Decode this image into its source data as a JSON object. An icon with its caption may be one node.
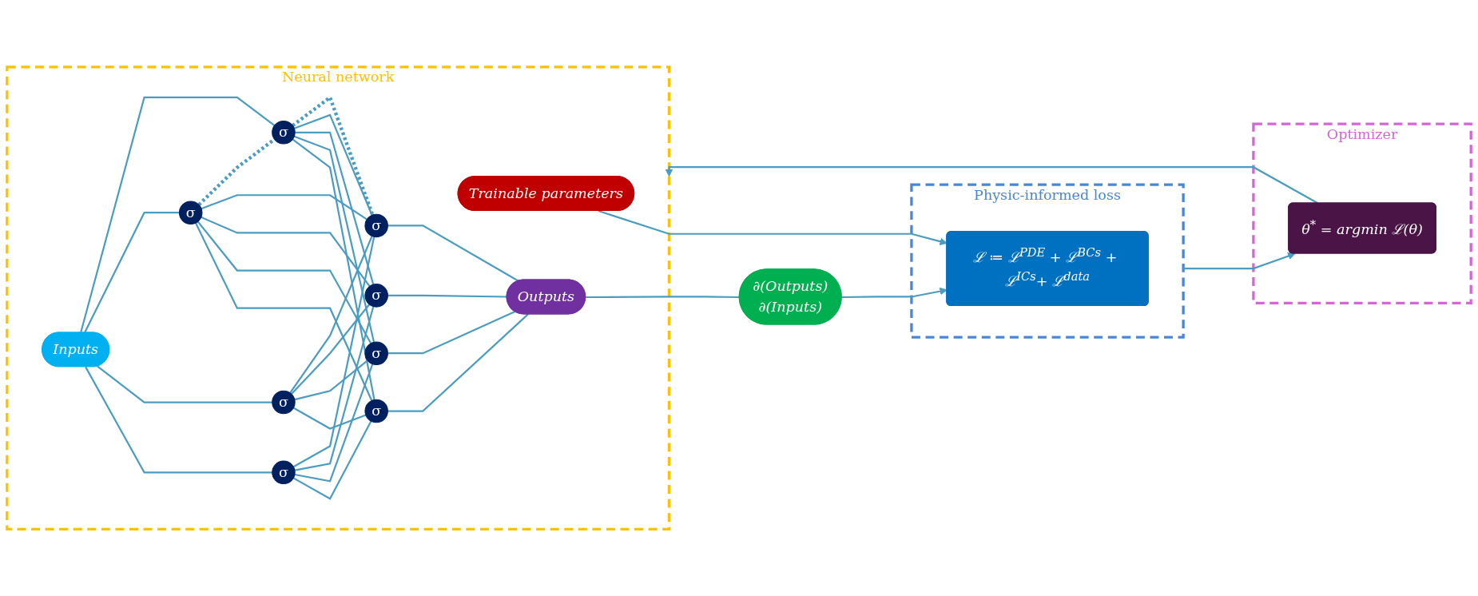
{
  "diagram": {
    "nodes": [
      {
        "text": [
          "Neural network"
        ]
      },
      {
        "text": [
          "Inputs"
        ],
        "in": 0
      },
      {
        "text": [
          "σ"
        ],
        "in": 0
      },
      {
        "text": [
          "σ"
        ],
        "in": 0
      },
      {
        "text": [
          "σ"
        ],
        "in": 0
      },
      {
        "text": [
          "σ"
        ],
        "in": 0
      },
      {
        "text": [
          "σ"
        ],
        "in": 0
      },
      {
        "text": [
          "σ"
        ],
        "in": 0
      },
      {
        "text": [
          "σ"
        ],
        "in": 0
      },
      {
        "text": [
          "σ"
        ],
        "in": 0
      },
      {
        "text": [
          "Trainable parameters"
        ],
        "in": 0
      },
      {
        "text": [
          "Outputs"
        ],
        "in": 0
      },
      {
        "text": [
          "∂(Outputs)",
          "∂(Inputs)"
        ]
      },
      {
        "text": [
          "Physic-informed loss"
        ]
      },
      {
        "text": [
          "ℒ ≔ ℒ$^{PDE}$ + ℒ$^{BCs}$ + ℒ$^{ICs}$+ ℒ$^{data}$"
        ],
        "in": 13
      },
      {
        "text": [
          "Optimizer"
        ]
      },
      {
        "text": [
          "θ$^{*}$ = argmin ℒ(θ)"
        ],
        "in": 15
      }
    ],
    "edges": [
      {
        "from": 1,
        "to": 2,
        "arrow": "none"
      },
      {
        "from": 1,
        "to": 3,
        "arrow": "none"
      },
      {
        "from": 1,
        "to": 4,
        "arrow": "none"
      },
      {
        "from": 1,
        "to": 5,
        "arrow": "none"
      },
      {
        "from": 2,
        "to": 6,
        "arrow": "none"
      },
      {
        "from": 2,
        "to": 7,
        "arrow": "none"
      },
      {
        "from": 2,
        "to": 8,
        "arrow": "none"
      },
      {
        "from": 2,
        "to": 9,
        "arrow": "none"
      },
      {
        "from": 3,
        "to": 6,
        "arrow": "none"
      },
      {
        "from": 3,
        "to": 7,
        "arrow": "none"
      },
      {
        "from": 3,
        "to": 8,
        "arrow": "none"
      },
      {
        "from": 3,
        "to": 9,
        "arrow": "none"
      },
      {
        "from": 4,
        "to": 6,
        "arrow": "none"
      },
      {
        "from": 4,
        "to": 7,
        "arrow": "none"
      },
      {
        "from": 4,
        "to": 8,
        "arrow": "none"
      },
      {
        "from": 4,
        "to": 9,
        "arrow": "none"
      },
      {
        "from": 5,
        "to": 6,
        "arrow": "none"
      },
      {
        "from": 5,
        "to": 7,
        "arrow": "none"
      },
      {
        "from": 5,
        "to": 8,
        "arrow": "none"
      },
      {
        "from": 5,
        "to": 9,
        "arrow": "none"
      },
      {
        "from": 4,
        "to": 5,
        "arrow": "none",
        "style": "dashed"
      },
      {
        "from": 5,
        "to": 9,
        "arrow": "none",
        "style": "dashed"
      },
      {
        "from": 6,
        "to": 11,
        "arrow": "none"
      },
      {
        "from": 7,
        "to": 11,
        "arrow": "none"
      },
      {
        "from": 8,
        "to": 11,
        "arrow": "none"
      },
      {
        "from": 9,
        "to": 11,
        "arrow": "none"
      },
      {
        "from": 10,
        "to": 14,
        "arrow": "to"
      },
      {
        "from": 11,
        "to": 12,
        "arrow": "none"
      },
      {
        "from": 12,
        "to": 14,
        "arrow": "to"
      },
      {
        "from": 13,
        "to": 16,
        "arrow": "to"
      },
      {
        "from": 16,
        "to": 0,
        "arrow": "to"
      }
    ]
  }
}
